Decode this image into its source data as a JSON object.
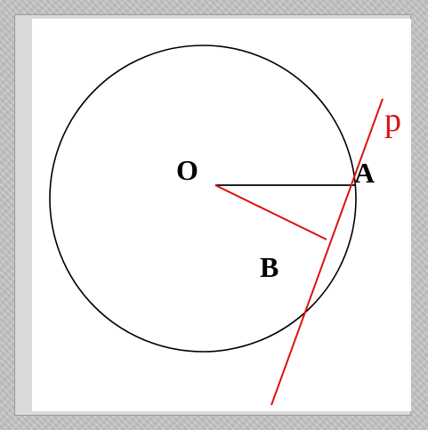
{
  "diagram": {
    "labels": {
      "center": "O",
      "point_a": "A",
      "point_b": "B",
      "line": "p"
    },
    "colors": {
      "panel_background": "#ffffff",
      "page_background": "#c4c4c4",
      "circle_stroke": "#000000",
      "radius_oa_stroke": "#000000",
      "red": "#dd1111"
    }
  }
}
